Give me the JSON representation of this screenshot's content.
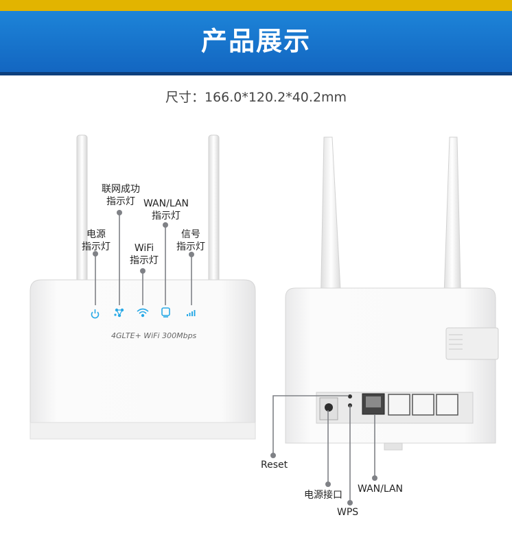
{
  "banner": {
    "title": "产品展示"
  },
  "dimensions": "尺寸：166.0*120.2*40.2mm",
  "front": {
    "model_label": "4GLTE+ WiFi 300Mbps",
    "indicators": [
      {
        "label_line1": "电源",
        "label_line2": "指示灯",
        "icon": "power-icon"
      },
      {
        "label_line1": "联网成功",
        "label_line2": "指示灯",
        "icon": "globe-icon"
      },
      {
        "label_line1": "WiFi",
        "label_line2": "指示灯",
        "icon": "wifi-icon"
      },
      {
        "label_line1": "WAN/LAN",
        "label_line2": "指示灯",
        "icon": "lan-icon"
      },
      {
        "label_line1": "信号",
        "label_line2": "指示灯",
        "icon": "signal-icon"
      }
    ]
  },
  "back": {
    "ports": [
      {
        "label": "Reset"
      },
      {
        "label": "电源接口"
      },
      {
        "label": "WPS"
      },
      {
        "label": "WAN/LAN"
      }
    ]
  },
  "colors": {
    "top_strip": "#e2b400",
    "banner": "#1670c8",
    "banner_border": "#0d3f7d",
    "indicator_led": "#29a9e6",
    "leader_line": "#7f8186"
  }
}
